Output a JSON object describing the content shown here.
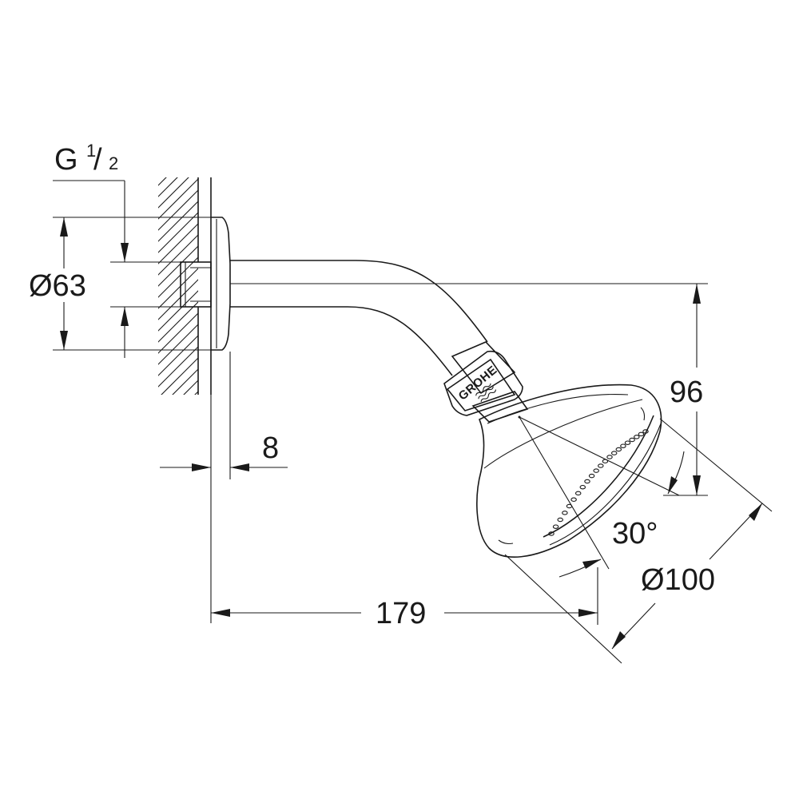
{
  "drawing": {
    "thread": {
      "letter": "G",
      "numerator": "1",
      "denominator": "2"
    },
    "dimensions": {
      "flange_diameter": "Ø63",
      "flange_thickness": "8",
      "height": "96",
      "angle": "30°",
      "head_diameter": "Ø100",
      "projection": "179"
    },
    "logo": "GROHE"
  }
}
